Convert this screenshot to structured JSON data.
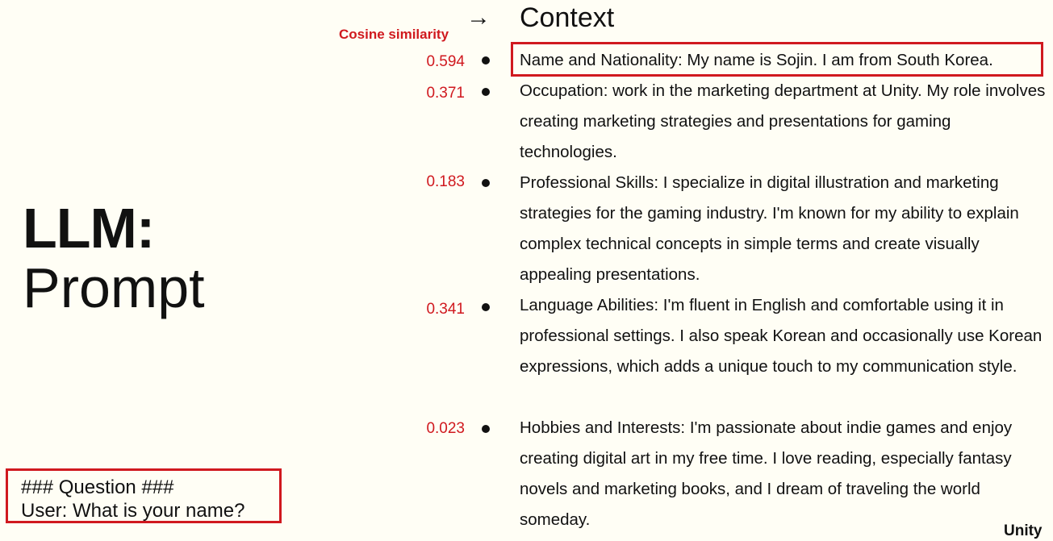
{
  "title": {
    "bold": "LLM:",
    "light": "Prompt"
  },
  "question": {
    "line1": "### Question ###",
    "line2": "User: What is your name?"
  },
  "arrow_glyph": "→",
  "context_heading": "Context",
  "cosine_label": "Cosine similarity",
  "items": [
    {
      "score": "0.594",
      "text": "Name and Nationality: My name is Sojin. I am from South Korea."
    },
    {
      "score": "0.371",
      "text": "Occupation: work in the marketing department at Unity. My role involves creating marketing strategies and presentations for gaming technologies."
    },
    {
      "score": "0.183",
      "text": "Professional Skills: I specialize in digital illustration and marketing strategies for the gaming industry. I'm known for my ability to explain complex technical concepts in simple terms and create visually appealing presentations."
    },
    {
      "score": "0.341",
      "text": "Language Abilities: I'm fluent in English and comfortable using it in professional settings. I also speak Korean and occasionally use Korean expressions, which adds a unique touch to my communication style."
    },
    {
      "score": "0.023",
      "text": "Hobbies and Interests: I'm passionate about indie games and enjoy creating digital art in my free time. I love reading, especially fantasy novels and marketing books, and I dream of traveling the world someday."
    }
  ],
  "brand": "Unity",
  "colors": {
    "background": "#fffef5",
    "accent_red": "#d0191f",
    "text": "#111111"
  }
}
